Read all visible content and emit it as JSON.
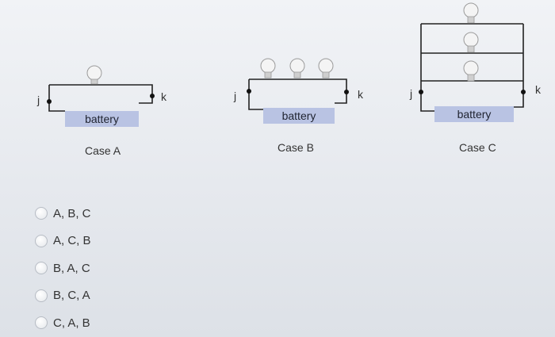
{
  "cases": [
    {
      "battery_label": "battery",
      "case_label": "Case A",
      "left_terminal": "j",
      "right_terminal": "k"
    },
    {
      "battery_label": "battery",
      "case_label": "Case B",
      "left_terminal": "j",
      "right_terminal": "k"
    },
    {
      "battery_label": "battery",
      "case_label": "Case C",
      "left_terminal": "j",
      "right_terminal": "k"
    }
  ],
  "options": [
    {
      "label": "A, B, C"
    },
    {
      "label": "A, C, B"
    },
    {
      "label": "B, A, C"
    },
    {
      "label": "B, C, A"
    },
    {
      "label": "C, A, B"
    }
  ]
}
